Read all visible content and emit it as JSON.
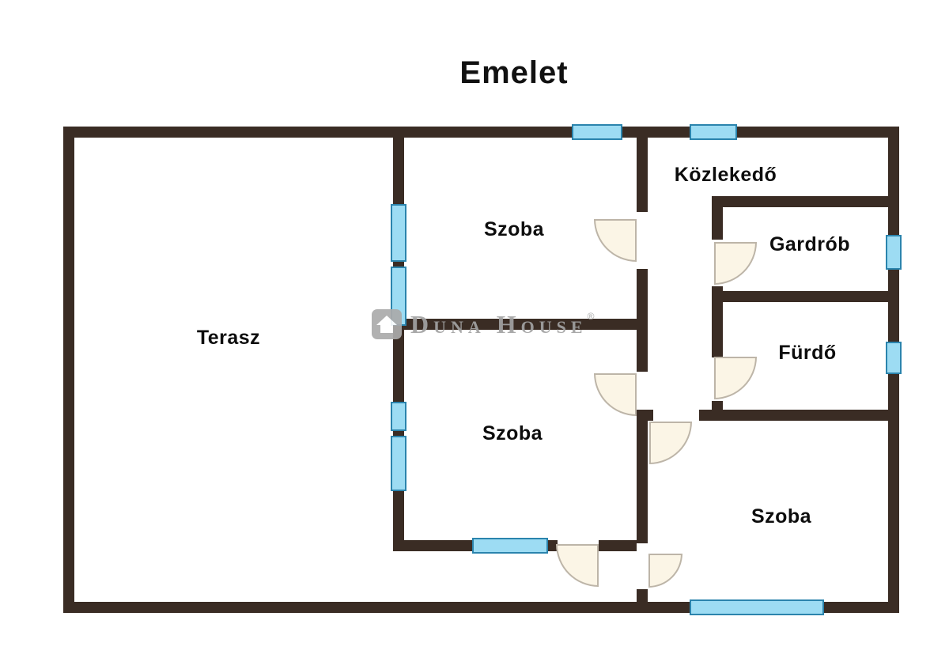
{
  "title": "Emelet",
  "rooms": [
    {
      "id": "terasz",
      "label": "Terasz"
    },
    {
      "id": "szoba-top",
      "label": "Szoba"
    },
    {
      "id": "szoba-middle",
      "label": "Szoba"
    },
    {
      "id": "szoba-bottom-right",
      "label": "Szoba"
    },
    {
      "id": "kozlekedo",
      "label": "Közlekedő"
    },
    {
      "id": "gardrob",
      "label": "Gardrób"
    },
    {
      "id": "furdo",
      "label": "Fürdő"
    }
  ],
  "watermark": {
    "brand": "Duna House",
    "registered": "®",
    "logo": "duna-house-logo"
  },
  "colors": {
    "background": "#ffffff",
    "wall": "#3a2c24",
    "window": "#9ddcf3",
    "window_border": "#2b84ad",
    "door": "#fbf5e6",
    "door_border": "#bdb5a8",
    "label": "#0d0d0d",
    "watermark": "#a2a2a2"
  }
}
